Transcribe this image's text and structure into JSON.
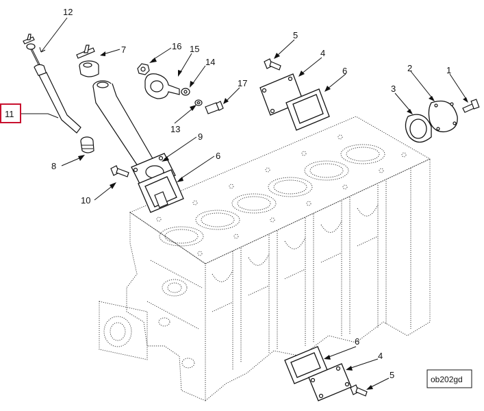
{
  "figure_id": "ob202gd",
  "highlighted_callout": "11",
  "callouts": {
    "c1": "1",
    "c2": "2",
    "c3": "3",
    "c4a": "4",
    "c4b": "4",
    "c5a": "5",
    "c5b": "5",
    "c6a": "6",
    "c6b": "6",
    "c6c": "6",
    "c7": "7",
    "c8": "8",
    "c9": "9",
    "c10": "10",
    "c11": "11",
    "c12": "12",
    "c13": "13",
    "c14": "14",
    "c15": "15",
    "c16": "16",
    "c17": "17"
  },
  "colors": {
    "line": "#111111",
    "highlight": "#c8102e",
    "background": "#ffffff"
  }
}
